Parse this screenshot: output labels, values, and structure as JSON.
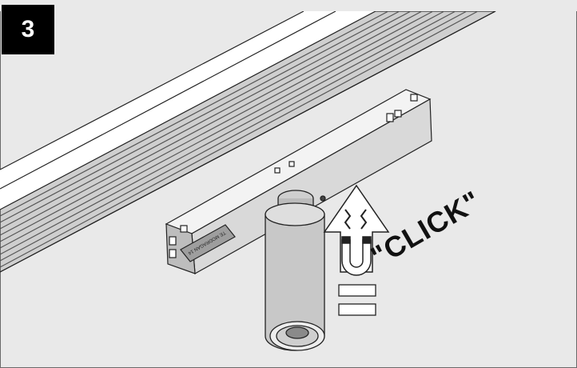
{
  "step": {
    "number": "3"
  },
  "callout": {
    "text": "\"CLICK\""
  },
  "product_label": {
    "text": "TE MODRAGAN 14"
  },
  "colors": {
    "background": "#e9e9e9",
    "badge": "#000000",
    "line": "#222222",
    "fill_light": "#ffffff",
    "fill_mid": "#d6d6d6",
    "fill_dark": "#9a9a9a"
  },
  "icons": [
    "magnet-icon",
    "up-arrow-icon",
    "magnetic-field-icon"
  ]
}
